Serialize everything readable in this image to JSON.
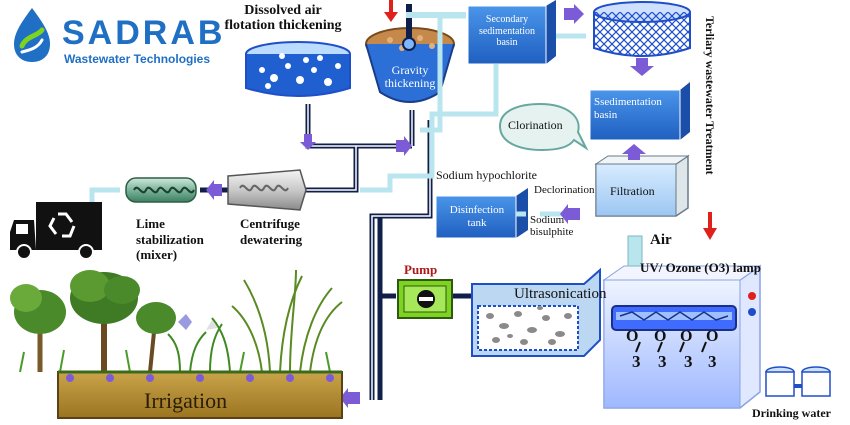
{
  "logo": {
    "word": "SADRAB",
    "tagline": "Wastewater Technologies"
  },
  "labels": {
    "daf": "Dissolved air flotation thickening",
    "gravity": "Gravity thickening",
    "secondary_sed": "Secondary sedimentation basin",
    "sedimentation": "Ssedimentation basin",
    "tertiary": "Terliary wastewater Treatment",
    "clorination": "Clorination",
    "sodium_hypo": "Sodium hypochlorite",
    "declorination": "Declorination",
    "sodium_bisulphite": "Sodium bisulphite",
    "disinfection": "Disinfection tank",
    "filtration": "Filtration",
    "lime": "Lime stabilization (mixer)",
    "centrifuge": "Centrifuge dewatering",
    "air": "Air",
    "uv_ozone": "UV/ Ozone (O3) lamp",
    "pump": "Pump",
    "ultrasonication": "Ultrasonication",
    "irrigation": "Irrigation",
    "drinking": "Drinking water",
    "o3_symbol": "O",
    "o3_sub": "3"
  },
  "colors": {
    "box_blue": "#2f78d6",
    "box_dark": "#1a4ea8",
    "pipe": "#0f1f4a",
    "pipe_light": "#b9e6ee",
    "arrow": "#7b5cd6",
    "pump_green": "#7ed321",
    "soil": "#b8902c",
    "red_arrow": "#e0201a",
    "uv_blue": "#6a8cff"
  }
}
